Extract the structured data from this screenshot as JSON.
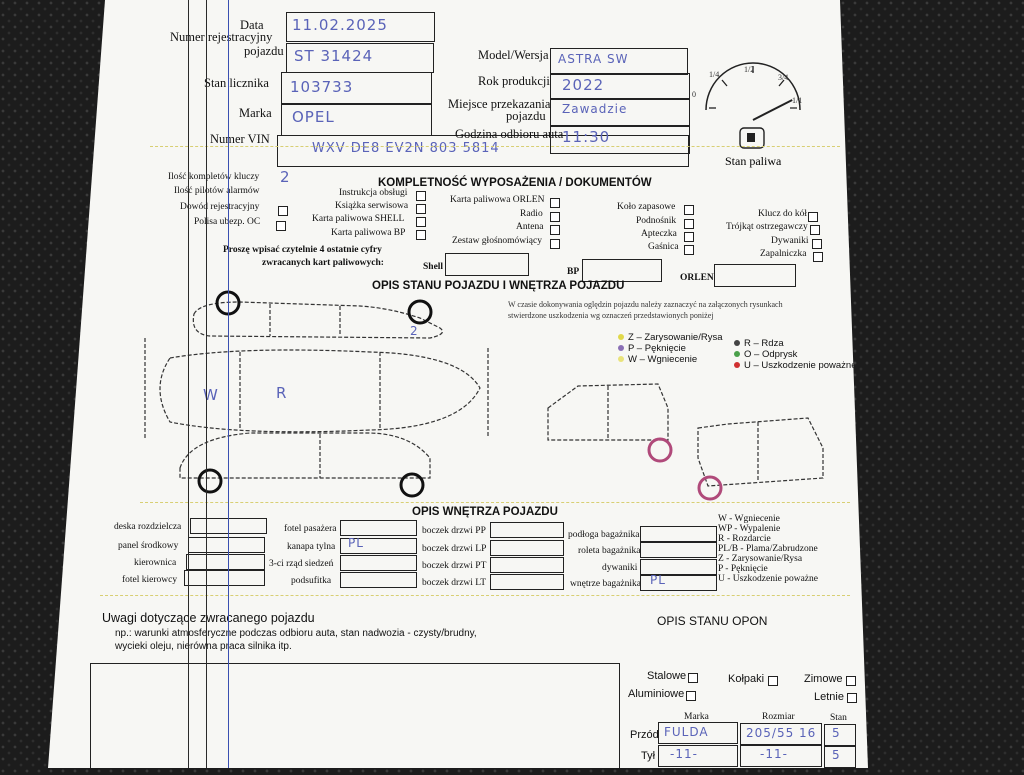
{
  "header": {
    "data_label": "Data",
    "data_value": "11.02.2025",
    "nr_rej_label_1": "Numer rejestracyjny",
    "nr_rej_label_2": "pojazdu",
    "nr_rej_value": "ST 31424",
    "stan_licznika_label": "Stan licznika",
    "stan_licznika_value": "103733",
    "marka_label": "Marka",
    "marka_value": "OPEL",
    "vin_label": "Numer VIN",
    "vin_value": "WXV DE8 EV2N 803 5814",
    "model_label": "Model/Wersja",
    "model_value": "ASTRA SW",
    "rok_label": "Rok produkcji",
    "rok_value": "2022",
    "miejsce_label_1": "Miejsce przekazania",
    "miejsce_label_2": "pojazdu",
    "miejsce_value": "Zawadzie",
    "godzina_label": "Godzina odbioru auta",
    "godzina_value": "11:30"
  },
  "fuel": {
    "title": "Stan paliwa",
    "ticks": [
      "0",
      "1/4",
      "1/2",
      "3/4",
      "1/1"
    ],
    "level": 0.85
  },
  "equipment": {
    "title": "KOMPLETNOŚĆ WYPOSAŻENIA / DOKUMENTÓW",
    "ilosc_kluczy_label": "Ilość kompletów kluczy",
    "ilosc_kluczy_value": "2",
    "ilosc_pilotow_label": "Ilość pilotów alarmów",
    "dowod_label": "Dowód rejestracyjny",
    "polisa_label": "Polisa ubezp. OC",
    "col2": [
      "Instrukcja obsługi",
      "Książka serwisowa",
      "Karta paliwowa SHELL",
      "Karta paliwowa BP"
    ],
    "col3": [
      "Karta paliwowa ORLEN",
      "Radio",
      "Antena",
      "Zestaw głośnomówiący"
    ],
    "col4": [
      "Koło zapasowe",
      "Podnośnik",
      "Apteczka",
      "Gaśnica"
    ],
    "col5": [
      "Klucz do kół",
      "Trójkąt ostrzegawczy",
      "Dywaniki",
      "Zapalniczka"
    ],
    "cards_prompt_1": "Proszę wpisać czytelnie 4 ostatnie cyfry",
    "cards_prompt_2": "zwracanych kart paliwowych:",
    "shell": "Shell",
    "bp": "BP",
    "orlen": "ORLEN"
  },
  "condition": {
    "title": "OPIS STANU POJAZDU I WNĘTRZA POJAZDU",
    "instr_1": "W czasie dokonywania oględzin pojazdu należy zaznaczyć na załączonych rysunkach",
    "instr_2": "stwierdzone uszkodzenia wg oznaczeń przedstawionych poniżej",
    "legend": [
      {
        "code": "Z",
        "text": "Z – Zarysowanie/Rysa",
        "color": "#e0d84a"
      },
      {
        "code": "P",
        "text": "P – Pęknięcie",
        "color": "#8a6fb5"
      },
      {
        "code": "W",
        "text": "W – Wgniecenie",
        "color": "#e9e37a"
      },
      {
        "code": "R",
        "text": "R – Rdza",
        "color": "#444444"
      },
      {
        "code": "O",
        "text": "O – Odprysk",
        "color": "#4aa04a"
      },
      {
        "code": "U",
        "text": "U – Uszkodzenie poważne",
        "color": "#d03030"
      }
    ],
    "marks": [
      "W",
      "R",
      "2"
    ]
  },
  "interior": {
    "title": "OPIS WNĘTRZA POJAZDU",
    "col1": [
      "deska rozdzielcza",
      "panel środkowy",
      "kierownica",
      "fotel kierowcy"
    ],
    "col2": [
      "fotel pasażera",
      "kanapa tylna",
      "3-ci rząd siedzeń",
      "podsufitka"
    ],
    "col2_values": [
      "",
      "PL",
      "",
      ""
    ],
    "col3": [
      "boczek drzwi PP",
      "boczek drzwi LP",
      "boczek drzwi PT",
      "boczek drzwi LT"
    ],
    "col4": [
      "podłoga bagażnika",
      "roleta bagażnika",
      "dywaniki",
      "wnętrze bagażnika"
    ],
    "col4_values": [
      "",
      "",
      "",
      "PL"
    ],
    "legend": [
      "W - Wgniecenie",
      "WP - Wypalenie",
      "R - Rozdarcie",
      "PL/B - Plama/Zabrudzone",
      "Z - Zarysowanie/Rysa",
      "P - Pęknięcie",
      "U - Uszkodzenie poważne"
    ]
  },
  "remarks": {
    "title": "Uwagi dotyczące zwracanego pojazdu",
    "line_1": "np.: warunki atmosferyczne podczas odbioru auta, stan nadwozia - czysty/brudny,",
    "line_2": "wycieki oleju, nierówna praca silnika itp."
  },
  "tires": {
    "title": "OPIS STANU OPON",
    "stalowe": "Stalowe",
    "aluminiowe": "Aluminiowe",
    "kolpaki": "Kołpaki",
    "zimowe": "Zimowe",
    "letnie": "Letnie",
    "marka": "Marka",
    "rozmiar": "Rozmiar",
    "stan": "Stan",
    "przod": "Przód",
    "tyl": "Tył",
    "przod_marka": "FULDA",
    "przod_rozmiar": "205/55 16",
    "przod_stan": "5",
    "tyl_marka": "-11-",
    "tyl_rozmiar": "-11-",
    "tyl_stan": "5"
  }
}
